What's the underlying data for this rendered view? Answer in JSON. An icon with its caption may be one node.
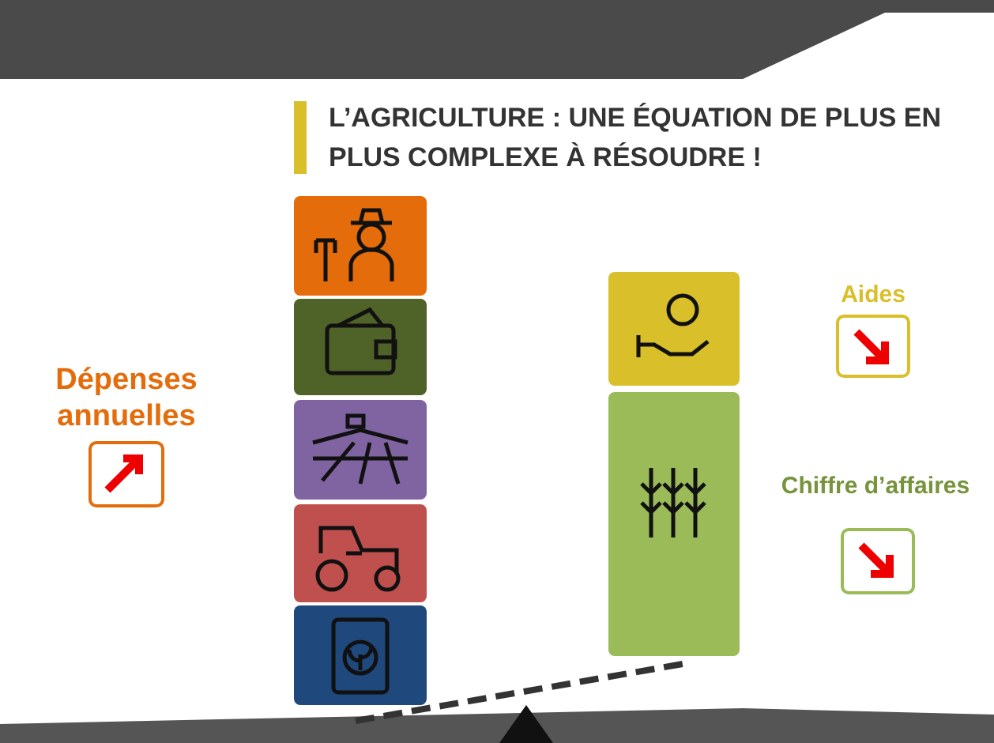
{
  "diagram": {
    "title": "L’AGRICULTURE : UNE ÉQUATION DE PLUS EN PLUS COMPLEXE À RÉSOUDRE !",
    "labels": [
      "Dépenses annuelles",
      "Aides",
      "Chiffre d’affaires"
    ]
  }
}
